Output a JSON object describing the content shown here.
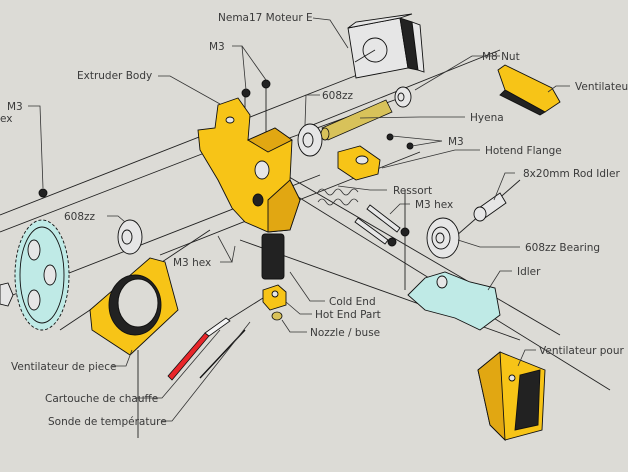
{
  "diagram": {
    "title": "Exploded view of 3D printer extruder assembly",
    "labels": {
      "nema17": "Nema17 Moteur E",
      "m3_top": "M3",
      "extruder_body": "Extruder  Body",
      "m3_left": "M3",
      "hex_left": "ex",
      "m8_nut": "M8 Nut",
      "ventilateur_top": "Ventilateur",
      "bearing_608zz_top": "608zz",
      "hyena": "Hyena",
      "m3_right": "M3",
      "hotend_flange": "Hotend Flange",
      "ressort": "Ressort",
      "m3_hex_right": "M3 hex",
      "rod_idler": "8x20mm Rod Idler",
      "bearing_608zz_left": "608zz",
      "bearing_608zz_right": "608zz Bearing",
      "m3_hex_center": "M3 hex",
      "idler": "Idler",
      "cold_end": "Cold End",
      "hot_end_part": "Hot End Part",
      "nozzle": "Nozzle / buse",
      "ventilateur_piece": "Ventilateur de piece",
      "ventilateur_hotend": "Ventilateur  pour H",
      "cartouche": "Cartouche de chauffe",
      "sonde": "Sonde de température"
    },
    "colors": {
      "background": "#dcdbd6",
      "printed_part_yellow": "#f7c417",
      "idler_cyan": "#bfeae6",
      "heater_red": "#e8262a"
    }
  }
}
